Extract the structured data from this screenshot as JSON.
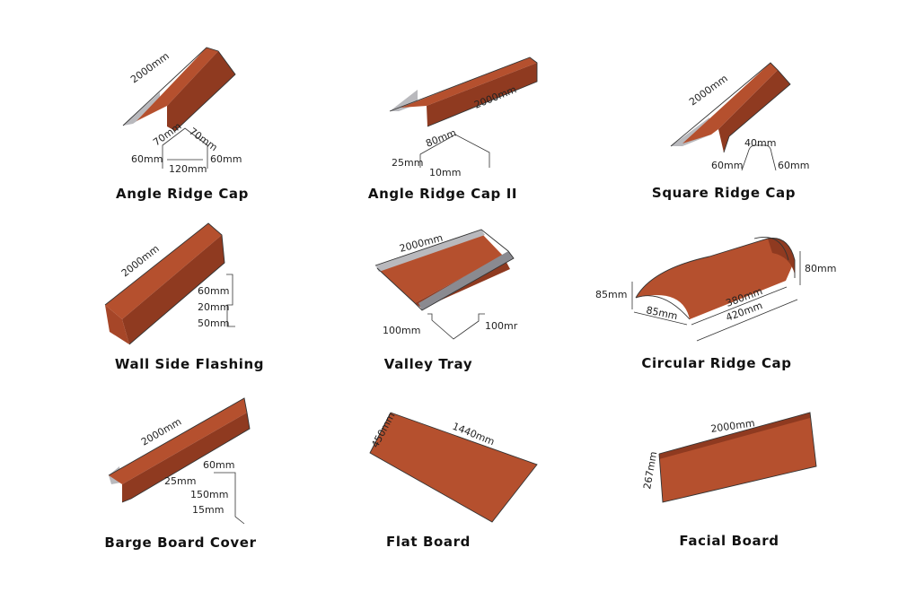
{
  "colors": {
    "tile_red": "#b5502e",
    "tile_dark": "#8f3a20",
    "steel": "#b9b9bd",
    "text": "#111111"
  },
  "products": [
    {
      "name": "Angle Ridge Cap",
      "dims": [
        "2000mm",
        "70mm",
        "70mm",
        "60mm",
        "120mm",
        "60mm"
      ]
    },
    {
      "name": "Angle Ridge Cap II",
      "dims": [
        "2000mm",
        "80mm",
        "25mm",
        "10mm"
      ]
    },
    {
      "name": "Square Ridge Cap",
      "dims": [
        "2000mm",
        "40mm",
        "60mm",
        "60mm"
      ]
    },
    {
      "name": "Wall Side Flashing",
      "dims": [
        "2000mm",
        "60mm",
        "20mm",
        "50mm"
      ]
    },
    {
      "name": "Valley Tray",
      "dims": [
        "2000mm",
        "100mm",
        "100mr"
      ]
    },
    {
      "name": "Circular Ridge Cap",
      "dims": [
        "80mm",
        "85mm",
        "85mm",
        "380mm",
        "420mm"
      ]
    },
    {
      "name": "Barge Board Cover",
      "dims": [
        "2000mm",
        "60mm",
        "25mm",
        "150mm",
        "15mm"
      ]
    },
    {
      "name": "Flat Board",
      "dims": [
        "1440mm",
        "450mm"
      ]
    },
    {
      "name": "Facial Board",
      "dims": [
        "2000mm",
        "267mm"
      ]
    }
  ]
}
